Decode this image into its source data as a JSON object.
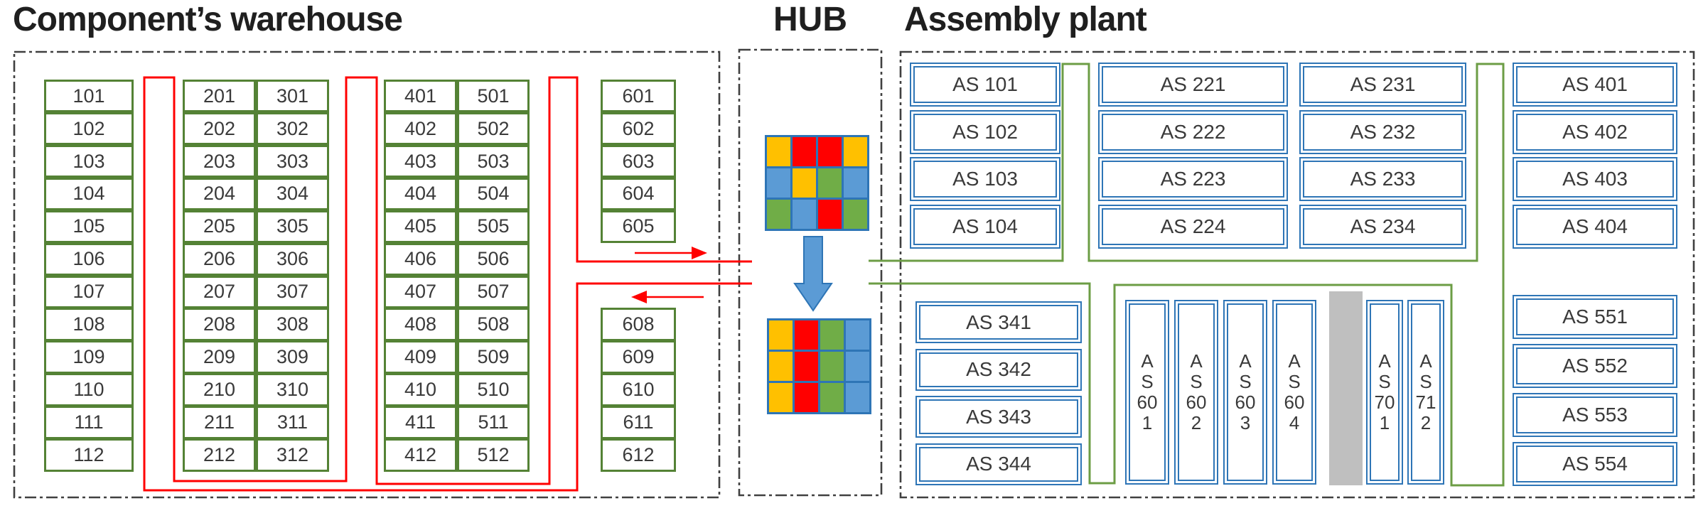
{
  "titles": {
    "warehouse": "Component’s warehouse",
    "hub": "HUB",
    "assembly": "Assembly plant"
  },
  "colors": {
    "warehouse_green": "#548235",
    "path_red": "#FF0000",
    "assembly_path_green": "#6C9D45",
    "assembly_blue": "#2E75B6",
    "cell_orange": "#FFC000",
    "cell_red": "#FF0000",
    "cell_green": "#70AD47",
    "cell_blue": "#5B9BD5",
    "arrow_blue_fill": "#5B9BD5",
    "gray_bar": "#BFBFBF",
    "dash_border": "#404040",
    "text": "#3a3a3a"
  },
  "warehouse": {
    "racks": [
      {
        "id": "rack-100",
        "cells": [
          "101",
          "102",
          "103",
          "104",
          "105",
          "106",
          "107",
          "108",
          "109",
          "110",
          "111",
          "112"
        ]
      },
      {
        "id": "rack-200",
        "cells": [
          "201",
          "202",
          "203",
          "204",
          "205",
          "206",
          "207",
          "208",
          "209",
          "210",
          "211",
          "212"
        ]
      },
      {
        "id": "rack-300",
        "cells": [
          "301",
          "302",
          "303",
          "304",
          "305",
          "306",
          "307",
          "308",
          "309",
          "310",
          "311",
          "312"
        ]
      },
      {
        "id": "rack-400",
        "cells": [
          "401",
          "402",
          "403",
          "404",
          "405",
          "406",
          "407",
          "408",
          "409",
          "410",
          "411",
          "412"
        ]
      },
      {
        "id": "rack-500",
        "cells": [
          "501",
          "502",
          "503",
          "504",
          "505",
          "506",
          "507",
          "508",
          "509",
          "510",
          "511",
          "512"
        ]
      },
      {
        "id": "rack-600-upper",
        "cells": [
          "601",
          "602",
          "603",
          "604",
          "605"
        ]
      },
      {
        "id": "rack-600-lower",
        "cells": [
          "608",
          "609",
          "610",
          "611",
          "612"
        ]
      }
    ]
  },
  "hub": {
    "unsorted_grid": [
      [
        "orange",
        "red",
        "red",
        "orange"
      ],
      [
        "blue",
        "orange",
        "green",
        "blue"
      ],
      [
        "green",
        "blue",
        "red",
        "green"
      ]
    ],
    "sorted_grid": [
      [
        "orange",
        "red",
        "green",
        "blue"
      ],
      [
        "orange",
        "red",
        "green",
        "blue"
      ],
      [
        "orange",
        "red",
        "green",
        "blue"
      ]
    ]
  },
  "assembly": {
    "blocks": [
      {
        "id": "as-100",
        "labels": [
          "AS 101",
          "AS 102",
          "AS 103",
          "AS 104"
        ]
      },
      {
        "id": "as-220",
        "labels": [
          "AS 221",
          "AS 222",
          "AS 223",
          "AS 224"
        ]
      },
      {
        "id": "as-230",
        "labels": [
          "AS 231",
          "AS 232",
          "AS 233",
          "AS 234"
        ]
      },
      {
        "id": "as-400",
        "labels": [
          "AS 401",
          "AS 402",
          "AS 403",
          "AS 404"
        ]
      },
      {
        "id": "as-340",
        "labels": [
          "AS 341",
          "AS 342",
          "AS 343",
          "AS 344"
        ]
      },
      {
        "id": "as-550",
        "labels": [
          "AS 551",
          "AS 552",
          "AS 553",
          "AS 554"
        ]
      },
      {
        "id": "as-600",
        "labels": [
          "AS 601",
          "AS 602",
          "AS 603",
          "AS 604"
        ],
        "vertical": true
      },
      {
        "id": "as-700",
        "labels": [
          "AS 701",
          "AS 712"
        ],
        "vertical": true
      }
    ]
  }
}
